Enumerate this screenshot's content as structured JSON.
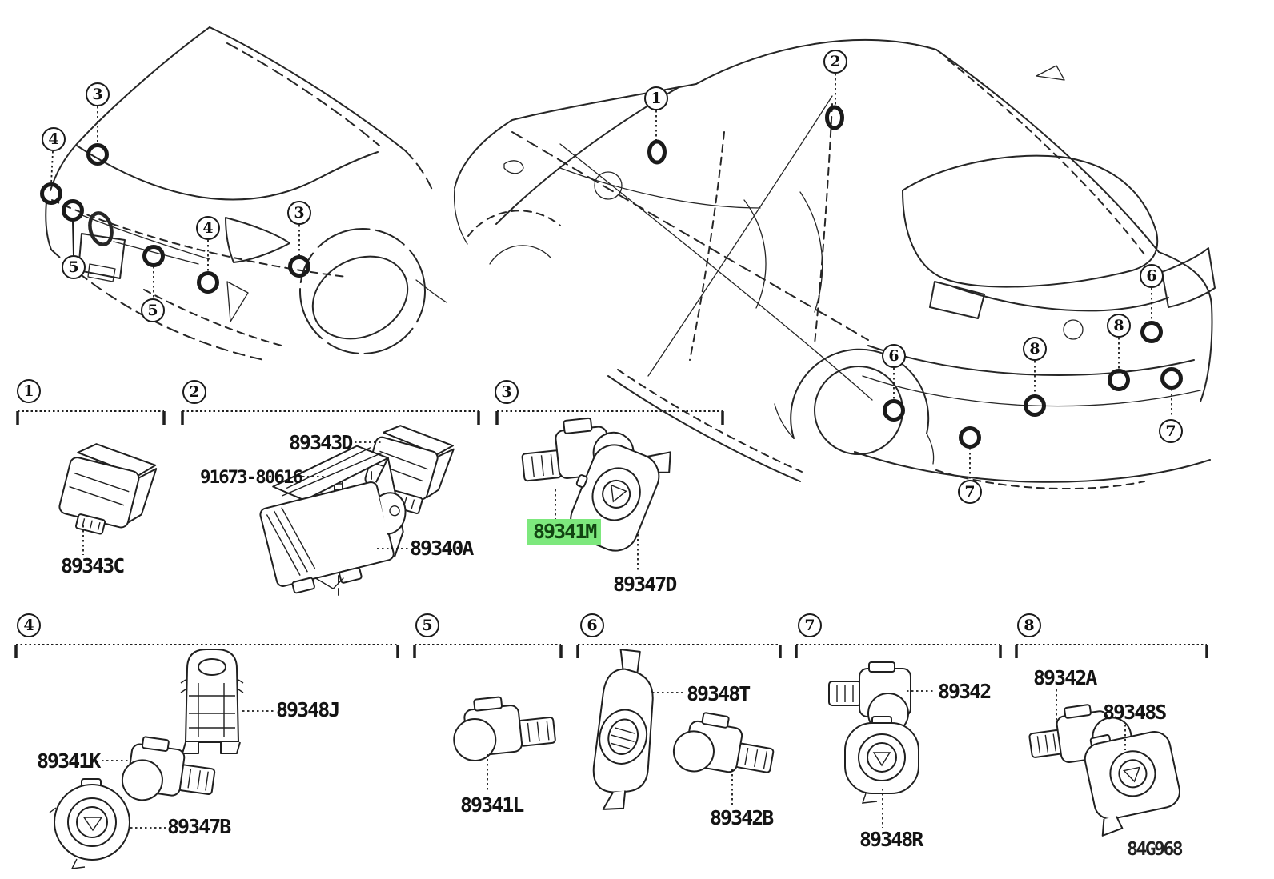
{
  "diagram_code": "84G968",
  "highlight_color": "#7de87d",
  "highlighted_part": "89341M",
  "views": {
    "front": {
      "callouts": [
        "3",
        "4",
        "5",
        "5",
        "4",
        "3"
      ]
    },
    "rear": {
      "callouts": [
        "1",
        "2",
        "6",
        "8",
        "8",
        "6",
        "7",
        "7"
      ]
    }
  },
  "sections": [
    {
      "num": "1",
      "parts": [
        {
          "label": "89343C",
          "highlighted": false
        }
      ]
    },
    {
      "num": "2",
      "parts": [
        {
          "label": "89343D",
          "highlighted": false
        },
        {
          "label": "91673-80616",
          "highlighted": false
        },
        {
          "label": "89340A",
          "highlighted": false
        }
      ]
    },
    {
      "num": "3",
      "parts": [
        {
          "label": "89341M",
          "highlighted": true
        },
        {
          "label": "89347D",
          "highlighted": false
        }
      ]
    },
    {
      "num": "4",
      "parts": [
        {
          "label": "89348J",
          "highlighted": false
        },
        {
          "label": "89341K",
          "highlighted": false
        },
        {
          "label": "89347B",
          "highlighted": false
        }
      ]
    },
    {
      "num": "5",
      "parts": [
        {
          "label": "89341L",
          "highlighted": false
        }
      ]
    },
    {
      "num": "6",
      "parts": [
        {
          "label": "89348T",
          "highlighted": false
        },
        {
          "label": "89342B",
          "highlighted": false
        }
      ]
    },
    {
      "num": "7",
      "parts": [
        {
          "label": "89342",
          "highlighted": false
        },
        {
          "label": "89348R",
          "highlighted": false
        }
      ]
    },
    {
      "num": "8",
      "parts": [
        {
          "label": "89342A",
          "highlighted": false
        },
        {
          "label": "89348S",
          "highlighted": false
        }
      ]
    }
  ]
}
